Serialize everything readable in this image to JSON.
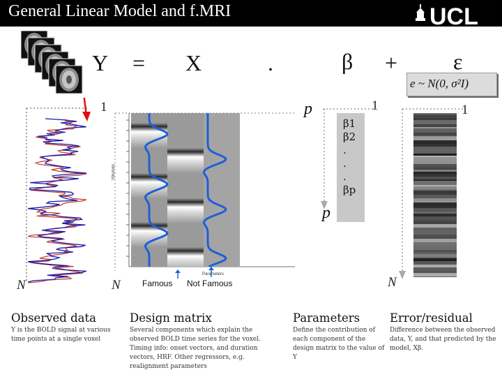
{
  "header": {
    "title": "General Linear Model and f.MRI",
    "logo_text": "UCL"
  },
  "equation": {
    "y": "Y",
    "equals": "=",
    "x": "X",
    "dot": ".",
    "beta": "β",
    "plus": "+",
    "epsilon": "ε",
    "error_formula": "e ~ N(0, σ²I)"
  },
  "dimensions": {
    "one_a": "1",
    "one_b": "1",
    "one_c": "1",
    "N_a": "N",
    "N_b": "N",
    "N_c": "N",
    "p_a": "p",
    "p_b": "p"
  },
  "design": {
    "ylabel": "Volumes",
    "xlabel": "Parameters",
    "label_famous": "Famous",
    "label_not_famous": "Not Famous"
  },
  "betas": [
    "β1",
    "β2",
    ".",
    ".",
    ".",
    "βp"
  ],
  "captions": [
    {
      "title": "Observed data",
      "text": "Y is the BOLD signal at various time points at a single voxel"
    },
    {
      "title": "Design matrix",
      "text": "Several components which explain the observed BOLD time series for the voxel. Timing info: onset vectors, and duration vectors, HRF. Other regressors, e.g. realignment parameters"
    },
    {
      "title": "Parameters",
      "text": "Define the contribution of each component of the design matrix to the value of Y"
    },
    {
      "title": "Error/residual",
      "text": "Difference between the observed data, Y, and that predicted by the model, Xβ."
    }
  ],
  "colors": {
    "header_bg": "#000000",
    "signal_blue": "#1a1aa6",
    "signal_red": "#c0392b",
    "regressor_blue": "#1f5fd6",
    "arrow_red": "#e01010",
    "beta_panel": "#c8c8c8"
  }
}
